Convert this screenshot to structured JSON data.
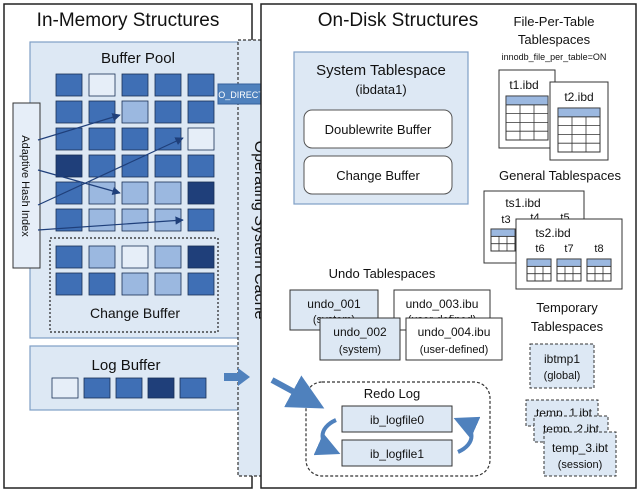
{
  "colors": {
    "panel_fill": "#dde8f4",
    "panel_stroke": "#7f9fc6",
    "dark": "#1f3f7a",
    "mid": "#3f6fb5",
    "light": "#9bb8e0",
    "pale": "#e6eef8",
    "arrow": "#4f81bd"
  },
  "in_memory": {
    "title": "In-Memory Structures",
    "buffer_pool": {
      "title": "Buffer Pool",
      "hash_index_label": "Adaptive Hash Index",
      "grid_shades": [
        [
          "mid",
          "pale",
          "mid",
          "mid",
          "mid"
        ],
        [
          "mid",
          "mid",
          "light",
          "mid",
          "mid"
        ],
        [
          "mid",
          "mid",
          "mid",
          "mid",
          "pale"
        ],
        [
          "dark",
          "mid",
          "mid",
          "mid",
          "mid"
        ],
        [
          "mid",
          "light",
          "light",
          "light",
          "dark"
        ],
        [
          "mid",
          "light",
          "light",
          "light",
          "mid"
        ]
      ],
      "change_buffer_shades": [
        [
          "mid",
          "light",
          "pale",
          "light",
          "dark"
        ],
        [
          "mid",
          "mid",
          "light",
          "light",
          "mid"
        ]
      ],
      "change_buffer_label": "Change Buffer"
    },
    "log_buffer": {
      "title": "Log Buffer",
      "shades": [
        "pale",
        "mid",
        "mid",
        "dark",
        "mid"
      ]
    }
  },
  "os_cache": {
    "label": "Operating System Cache",
    "o_direct_label": "O_DIRECT"
  },
  "on_disk": {
    "title": "On-Disk Structures",
    "system_tablespace": {
      "title": "System Tablespace",
      "subtitle": "(ibdata1)",
      "doublewrite_label": "Doublewrite Buffer",
      "change_buffer_label": "Change Buffer"
    },
    "file_per_table": {
      "title_line1": "File-Per-Table",
      "title_line2": "Tablespaces",
      "setting": "innodb_file_per_table=ON",
      "files": [
        "t1.ibd",
        "t2.ibd"
      ]
    },
    "general_tablespaces": {
      "title": "General Tablespaces",
      "file1": "ts1.ibd",
      "file1_tables": [
        "t3",
        "t4",
        "t5"
      ],
      "file2": "ts2.ibd",
      "file2_tables": [
        "t6",
        "t7",
        "t8"
      ]
    },
    "undo_tablespaces": {
      "title": "Undo Tablespaces",
      "undo_001": "undo_001",
      "undo_001_sub": "(system)",
      "undo_002": "undo_002",
      "undo_002_sub": "(system)",
      "undo_003": "undo_003.ibu",
      "undo_003_sub": "(user-defined)",
      "undo_004": "undo_004.ibu",
      "undo_004_sub": "(user-defined)"
    },
    "temporary_tablespaces": {
      "title_line1": "Temporary",
      "title_line2": "Tablespaces",
      "ibtmp1": "ibtmp1",
      "ibtmp1_sub": "(global)",
      "temp_1": "temp_1.ibt",
      "temp_2": "temp_2.ibt",
      "temp_3": "temp_3.ibt",
      "temp_3_sub": "(session)"
    },
    "redo_log": {
      "title": "Redo Log",
      "file0": "ib_logfile0",
      "file1": "ib_logfile1"
    }
  }
}
